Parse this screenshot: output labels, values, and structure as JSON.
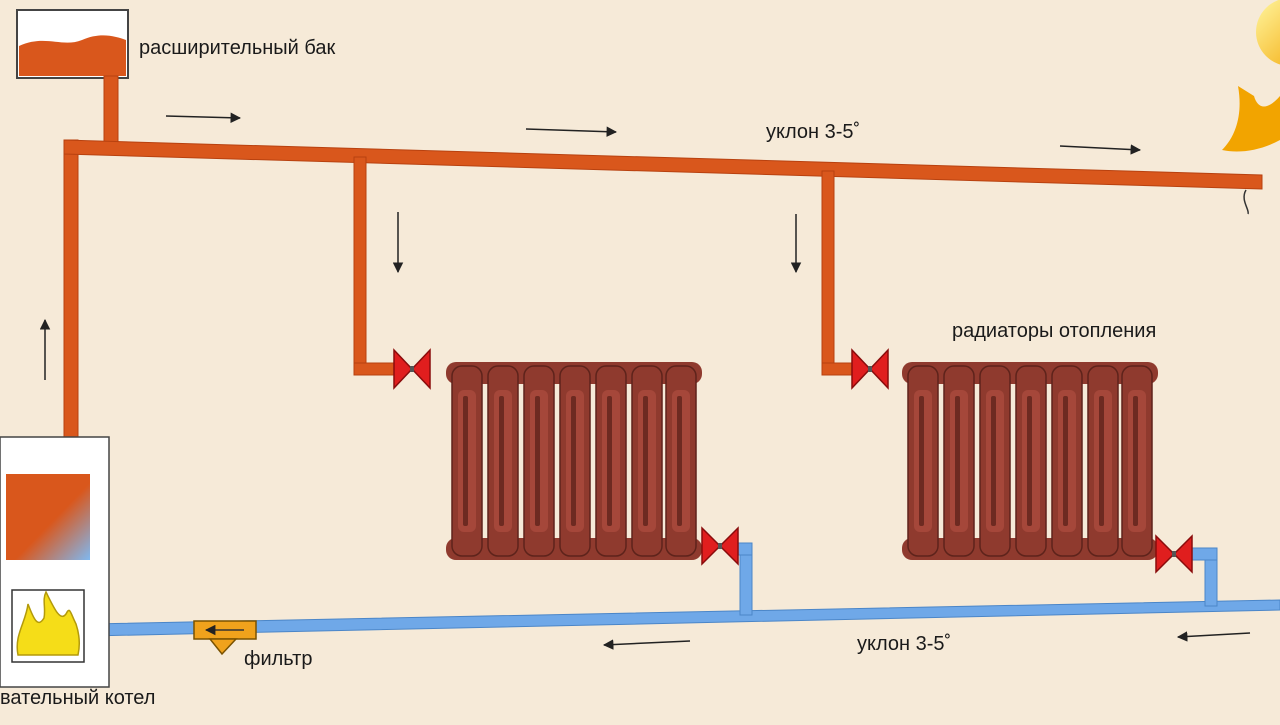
{
  "labels": {
    "expansion_tank": "расширительный бак",
    "slope_top": "уклон 3-5˚",
    "radiators": "радиаторы отопления",
    "slope_bottom": "уклон 3-5˚",
    "filter": "фильтр",
    "boiler": "вательный котел"
  },
  "colors": {
    "background": "#f6ead8",
    "supply_pipe": "#d9571c",
    "return_pipe": "#6fa8e8",
    "radiator": "#8f3a2e",
    "valve": "#e01e1e",
    "filter": "#f0a21c",
    "flame": "#f5dd18"
  },
  "icons": {
    "expansion_tank": "tank-icon",
    "boiler": "boiler-icon",
    "flame": "flame-icon",
    "valve": "valve-icon",
    "filter": "filter-icon",
    "logo": "logo-icon"
  }
}
